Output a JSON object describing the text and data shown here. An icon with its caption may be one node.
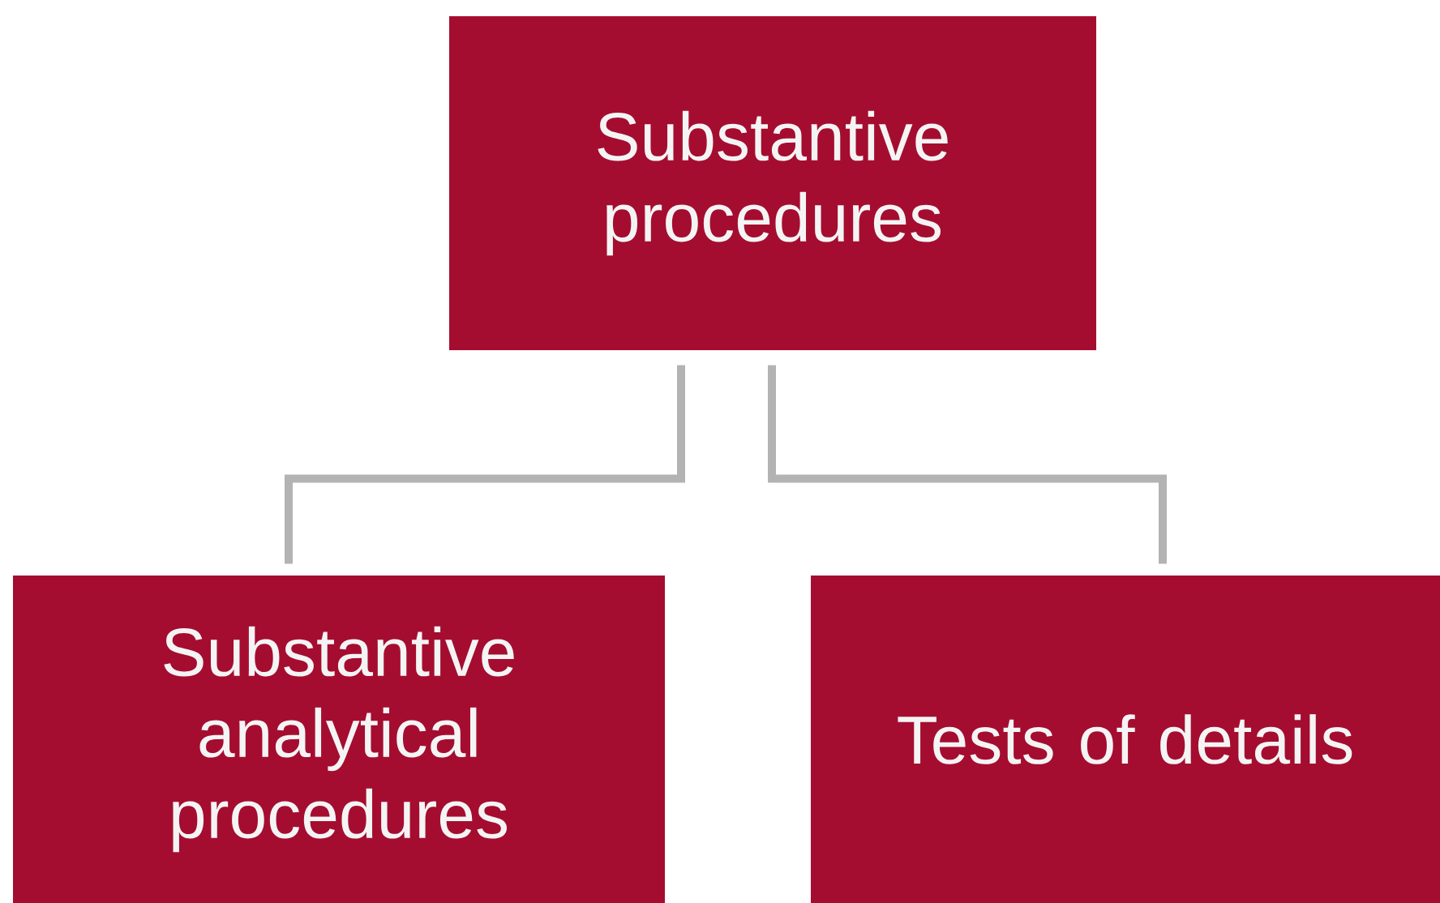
{
  "diagram": {
    "nodes": [
      {
        "text": [
          "Substantive procedures"
        ]
      },
      {
        "text": [
          "Substantive analytical procedures"
        ]
      },
      {
        "text": [
          "Tests of details"
        ]
      }
    ],
    "edges": [
      {
        "from": 0,
        "to": 1,
        "arrow": "none"
      },
      {
        "from": 0,
        "to": 2,
        "arrow": "none"
      }
    ]
  }
}
